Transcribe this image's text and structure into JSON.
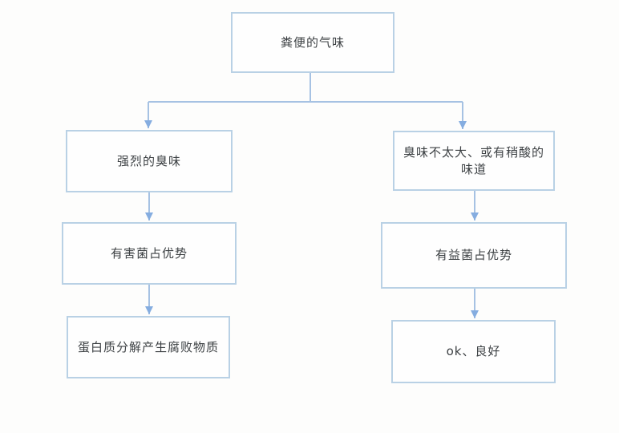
{
  "colors": {
    "background": "#fdfdfc",
    "box_fill": "#fefefe",
    "box_border": "#b9d1e5",
    "connector_line": "#a6c2e3",
    "arrowhead": "#85ade0",
    "text": "#3d4144"
  },
  "diagram": {
    "type": "flowchart",
    "nodes": {
      "root": {
        "label": "粪便的气味"
      },
      "left1": {
        "label": "强烈的臭味"
      },
      "left2": {
        "label": "有害菌占优势"
      },
      "left3": {
        "label": "蛋白质分解产生腐败物质"
      },
      "right1": {
        "label": "臭味不太大、或有稍酸的味道"
      },
      "right2": {
        "label": "有益菌占优势"
      },
      "right3": {
        "label": "ok、良好"
      }
    },
    "edges": [
      {
        "from": "root",
        "to": "left1"
      },
      {
        "from": "root",
        "to": "right1"
      },
      {
        "from": "left1",
        "to": "left2"
      },
      {
        "from": "left2",
        "to": "left3"
      },
      {
        "from": "right1",
        "to": "right2"
      },
      {
        "from": "right2",
        "to": "right3"
      }
    ]
  }
}
